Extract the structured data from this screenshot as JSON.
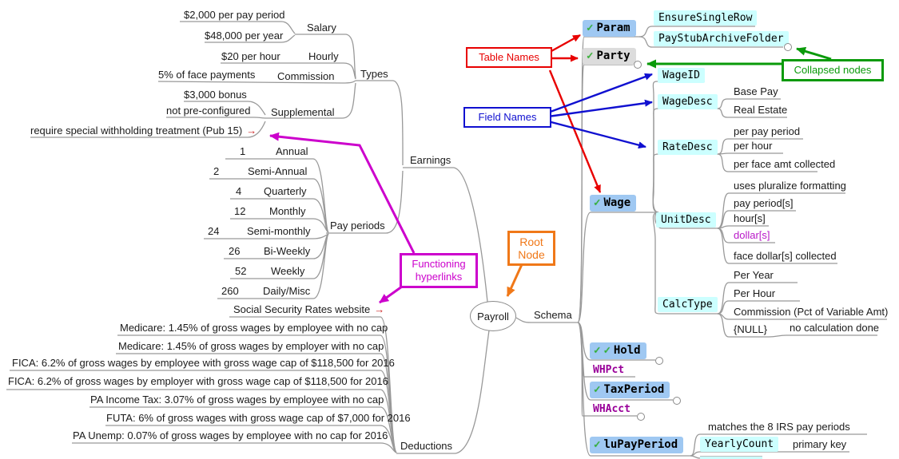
{
  "icons": {
    "checkmark": "✓",
    "hyperlink_arrow": "→"
  },
  "root": {
    "label": "Payroll"
  },
  "branches": {
    "earnings": {
      "label": "Earnings"
    },
    "deductions": {
      "label": "Deductions"
    },
    "schema": {
      "label": "Schema"
    }
  },
  "types": {
    "label": "Types",
    "salary": {
      "label": "Salary",
      "items": [
        "$2,000 per pay period",
        "$48,000 per year"
      ]
    },
    "hourly": {
      "label": "Hourly",
      "items": [
        "$20 per hour"
      ]
    },
    "commission": {
      "label": "Commission",
      "items": [
        "5% of face payments"
      ]
    },
    "supplemental": {
      "label": "Supplemental",
      "items": [
        "$3,000 bonus",
        "not pre-configured",
        "require special withholding treatment (Pub 15)"
      ]
    }
  },
  "pay_periods": {
    "label": "Pay periods",
    "items": [
      {
        "count": "1",
        "name": "Annual"
      },
      {
        "count": "2",
        "name": "Semi-Annual"
      },
      {
        "count": "4",
        "name": "Quarterly"
      },
      {
        "count": "12",
        "name": "Monthly"
      },
      {
        "count": "24",
        "name": "Semi-monthly"
      },
      {
        "count": "26",
        "name": "Bi-Weekly"
      },
      {
        "count": "52",
        "name": "Weekly"
      },
      {
        "count": "260",
        "name": "Daily/Misc"
      }
    ]
  },
  "deduction_items": {
    "website": "Social Security Rates website",
    "rules": [
      "Medicare: 1.45% of gross wages by employee with no cap",
      "Medicare: 1.45% of gross wages by employer with no cap",
      "FICA: 6.2% of gross wages by employee with gross wage cap of $118,500 for 2016",
      "FICA: 6.2% of gross wages by employer with gross wage cap of $118,500 for 2016",
      "PA Income Tax: 3.07% of gross wages by employee with no cap",
      "FUTA: 6% of gross wages with gross wage cap of $7,000 for 2016",
      "PA Unemp: 0.07% of gross wages by employee with no cap for 2016"
    ]
  },
  "schema_tables": {
    "param": {
      "label": "Param",
      "fields": [
        "EnsureSingleRow",
        "PayStubArchiveFolder"
      ]
    },
    "party": {
      "label": "Party"
    },
    "wage": {
      "label": "Wage",
      "wage_id": {
        "label": "WageID"
      },
      "wage_desc": {
        "label": "WageDesc",
        "values": [
          "Base Pay",
          "Real Estate"
        ]
      },
      "rate_desc": {
        "label": "RateDesc",
        "values": [
          "per pay period",
          "per hour",
          "per face amt collected"
        ]
      },
      "unit_desc": {
        "label": "UnitDesc",
        "values": [
          "uses pluralize formatting",
          "pay period[s]",
          "hour[s]",
          "dollar[s]",
          "face dollar[s] collected"
        ]
      },
      "calc_type": {
        "label": "CalcType",
        "values": [
          "Per Year",
          "Per Hour",
          "Commission (Pct of Variable Amt)",
          "{NULL}"
        ],
        "null_note": "no calculation done"
      }
    },
    "hold": {
      "label": "Hold"
    },
    "whpct": {
      "label": "WHPct"
    },
    "tax_period": {
      "label": "TaxPeriod"
    },
    "whacct": {
      "label": "WHAcct"
    },
    "lu_pay_period": {
      "label": "luPayPeriod",
      "yearly_count": {
        "label": "YearlyCount",
        "note": "matches the 8 IRS pay periods",
        "key_note": "primary key"
      }
    }
  },
  "callouts": {
    "table_names": "Table Names",
    "field_names": "Field Names",
    "root_node": "Root Node",
    "collapsed_nodes": "Collapsed nodes",
    "functioning_hyperlinks": "Functioning hyperlinks"
  },
  "colors": {
    "table_node_bg": "#9fc8f2",
    "party_node_bg": "#dcdcdc",
    "field_node_bg": "#ccffff",
    "edge_gray": "#999999",
    "check_green": "#2db82d",
    "hyperlink_red": "#cc2020",
    "field_purple": "#990099",
    "highlight_magenta": "#b818c8",
    "callout_red": "#e80000",
    "callout_blue": "#1010d0",
    "callout_orange": "#f07818",
    "callout_green": "#0a9a0a",
    "callout_magenta": "#cc00cc"
  }
}
